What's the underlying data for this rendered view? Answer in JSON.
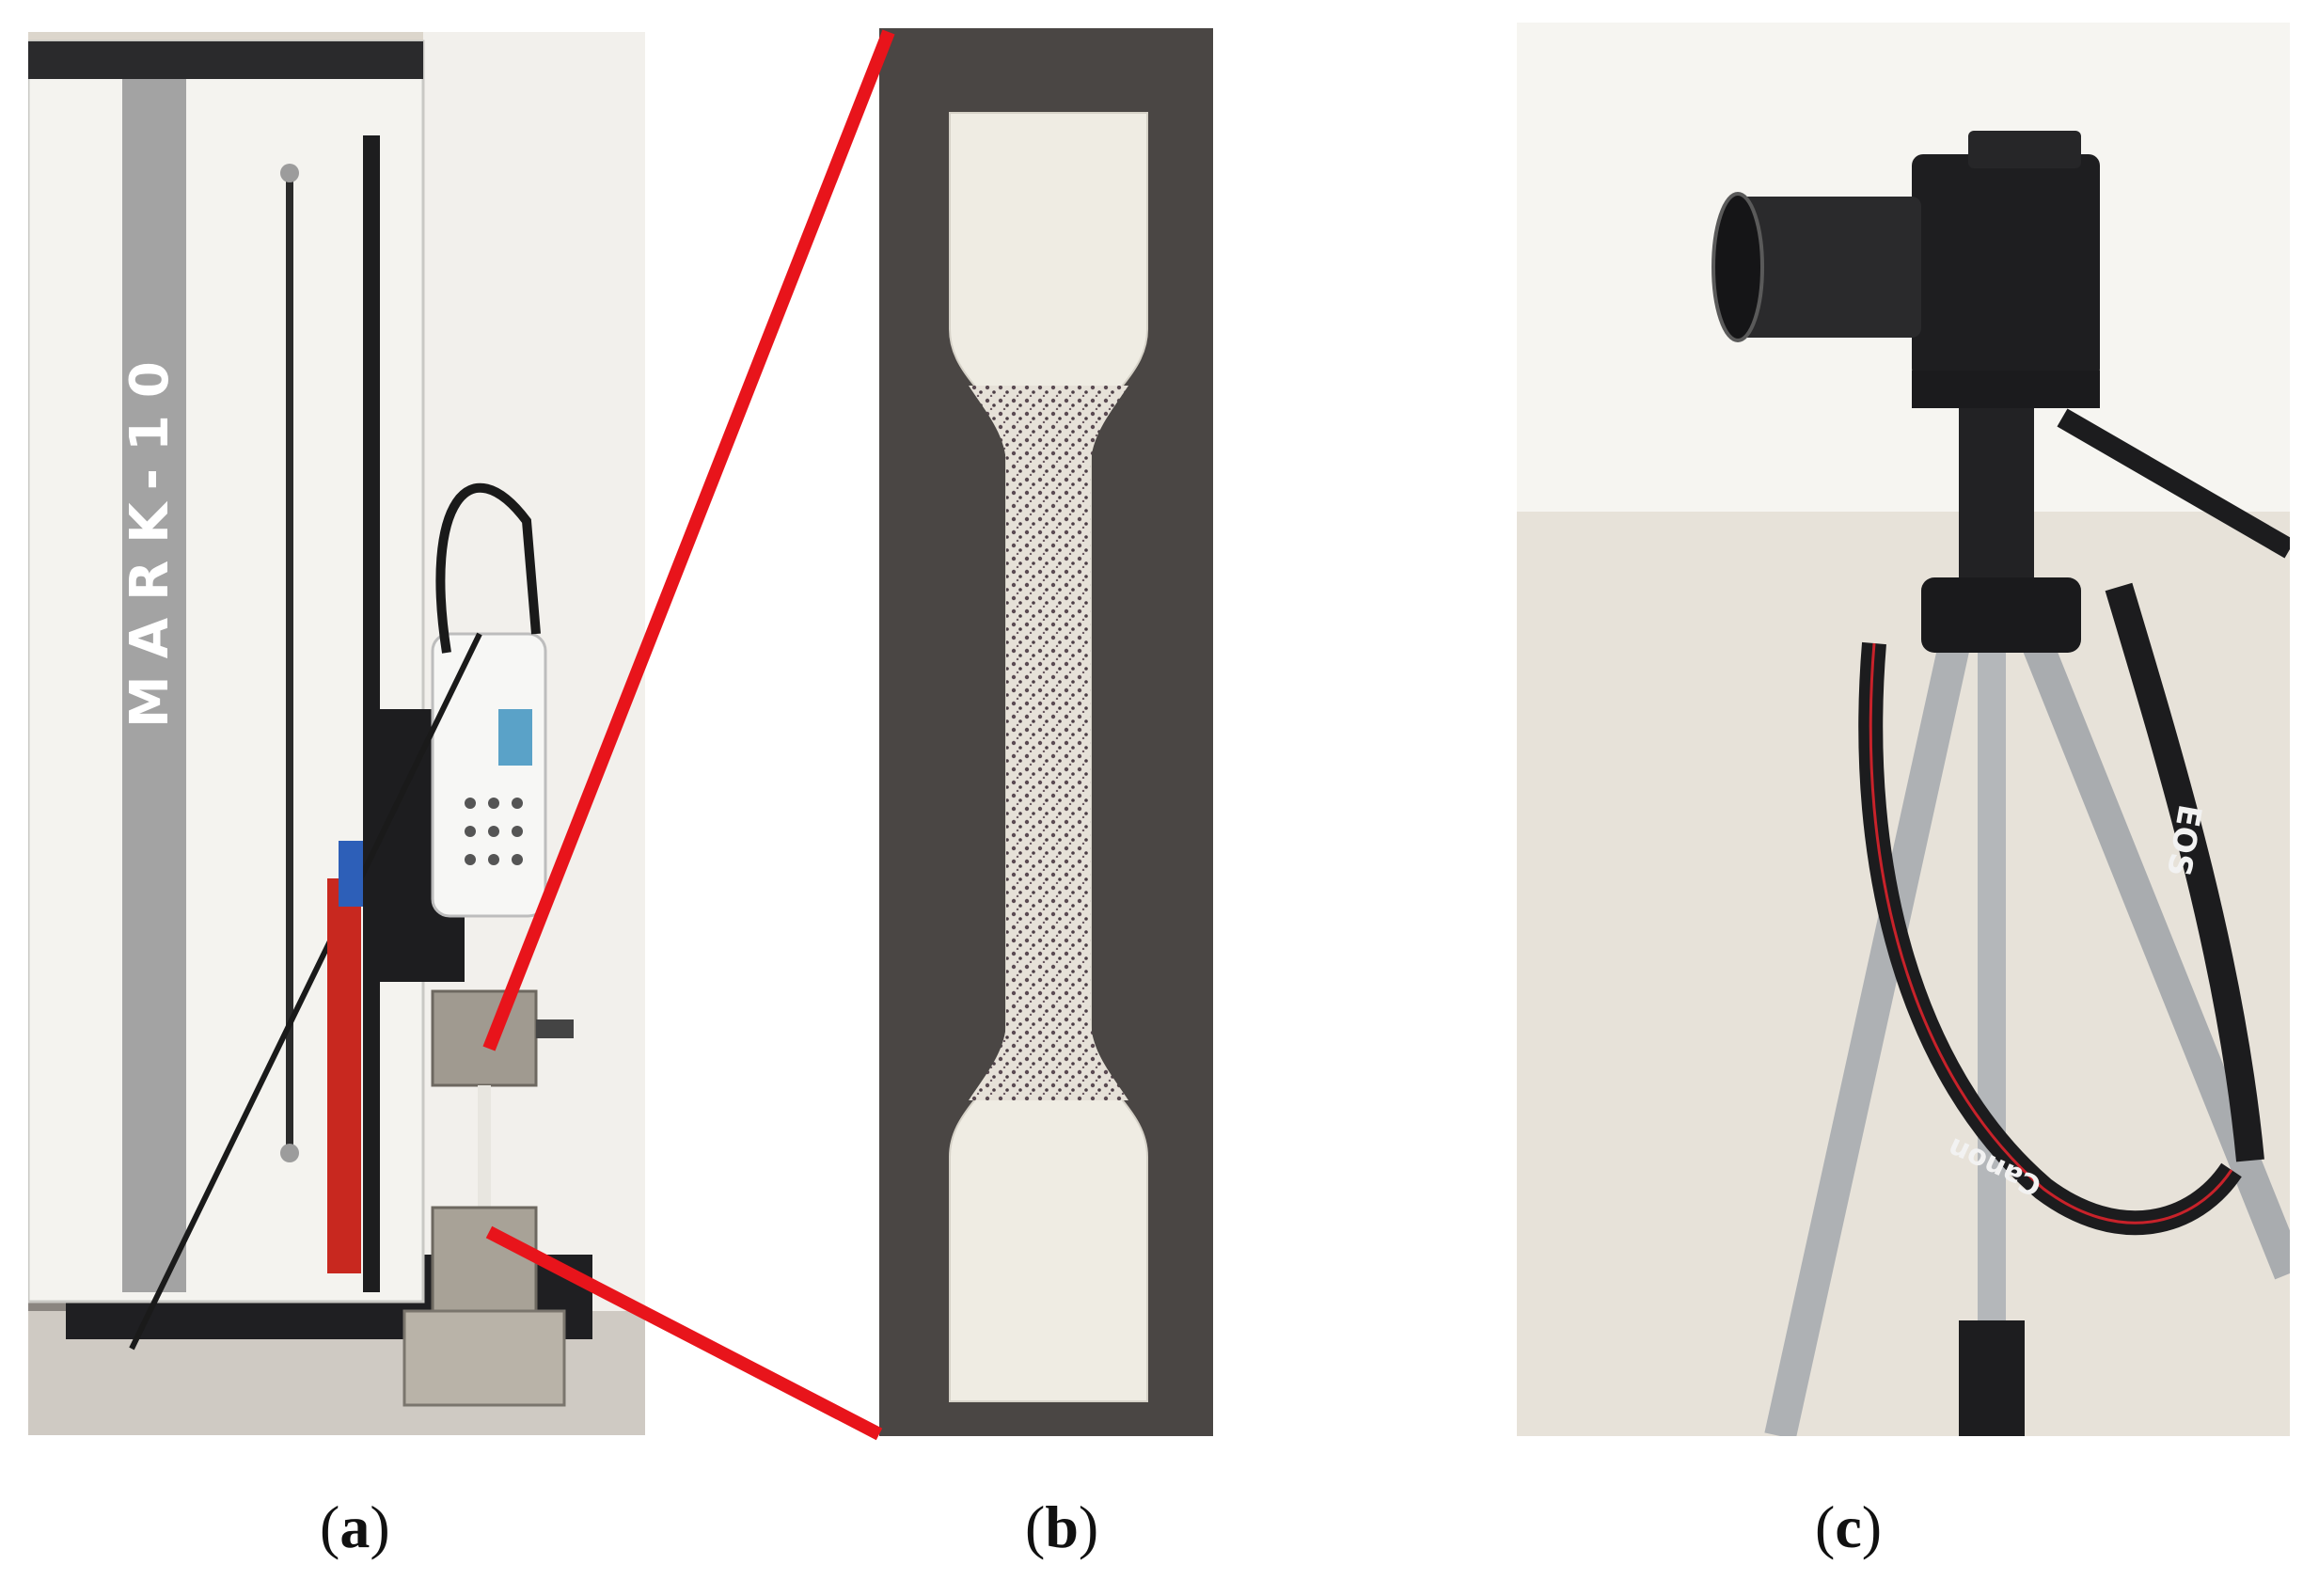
{
  "figure": {
    "panels": [
      {
        "id": "a",
        "caption_open": "(",
        "caption_letter": "a",
        "caption_close": ")",
        "depicts": "tensile-test-stand-photo",
        "logo_text": "MARK-10"
      },
      {
        "id": "b",
        "caption_open": "(",
        "caption_letter": "b",
        "caption_close": ")",
        "depicts": "dogbone-specimen-speckle-photo"
      },
      {
        "id": "c",
        "caption_open": "(",
        "caption_letter": "c",
        "caption_close": ")",
        "depicts": "camera-on-tripod-photo",
        "strap_text": "EOS",
        "strap_brand": "Canon"
      }
    ],
    "colors": {
      "leader_line": "#e8141b",
      "frame_white": "#f4f3ef",
      "frame_gray": "#9a9a9a",
      "dark": "#1c1c1e",
      "specimen": "#efece3",
      "backdrop_b": "#4a4644",
      "wall_c": "#ece8e0"
    }
  }
}
